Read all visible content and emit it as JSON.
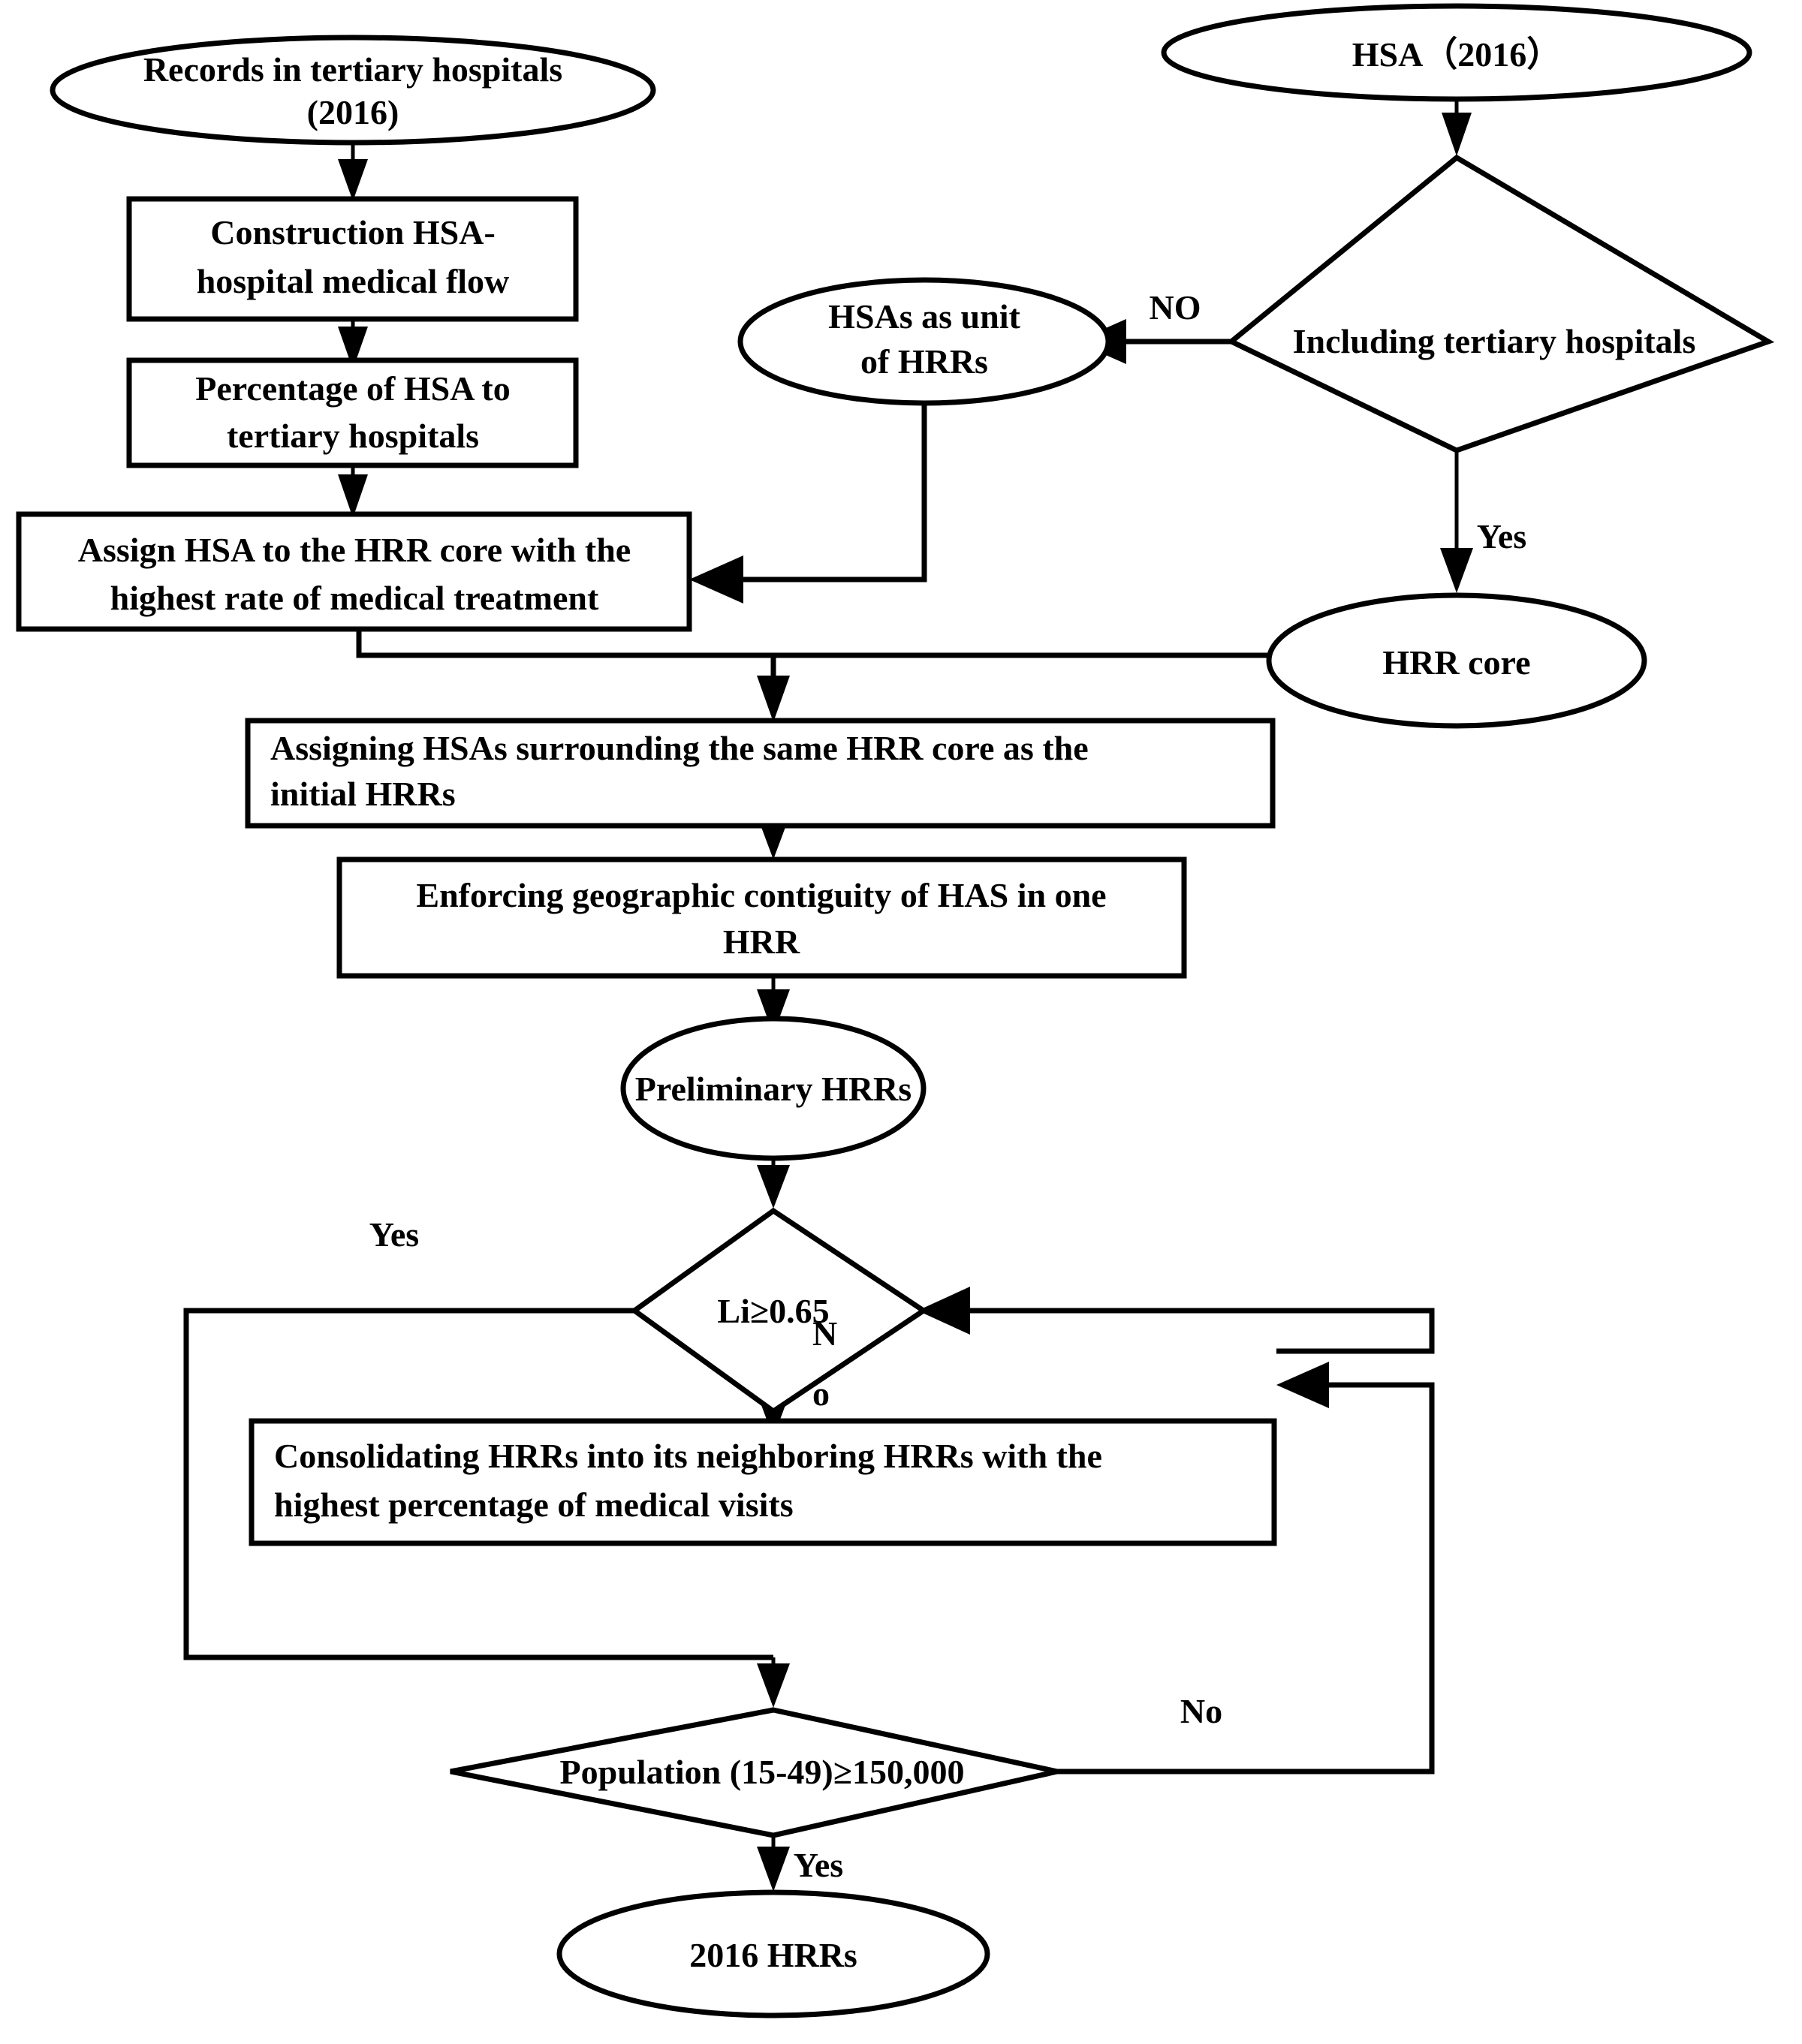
{
  "diagram": {
    "title": "HRR construction flowchart (2016)",
    "type": "flowchart",
    "nodes": {
      "records": {
        "label_line1": "Records in tertiary hospitals",
        "label_line2": "(2016)",
        "shape": "ellipse"
      },
      "construction": {
        "label_line1": "Construction HSA-",
        "label_line2": "hospital medical flow",
        "shape": "rectangle"
      },
      "percentage": {
        "label_line1": "Percentage of HSA to",
        "label_line2": "tertiary hospitals",
        "shape": "rectangle"
      },
      "assign": {
        "label_line1": "Assign HSA to the HRR core with the",
        "label_line2": "highest rate of medical treatment",
        "shape": "rectangle"
      },
      "hsa2016": {
        "label_line1": "HSA（2016）",
        "shape": "ellipse"
      },
      "including": {
        "label_line1": "Including tertiary hospitals",
        "shape": "diamond"
      },
      "hsas_unit": {
        "label_line1": "HSAs as unit",
        "label_line2": "of HRRs",
        "shape": "ellipse"
      },
      "hrr_core": {
        "label_line1": "HRR core",
        "shape": "ellipse"
      },
      "assigning": {
        "label_line1": "Assigning HSAs surrounding the same HRR core as the",
        "label_line2": "initial HRRs",
        "shape": "rectangle"
      },
      "enforcing": {
        "label_line1": "Enforcing geographic contiguity of HAS in one",
        "label_line2": "HRR",
        "shape": "rectangle"
      },
      "preliminary": {
        "label_line1": "Preliminary HRRs",
        "shape": "ellipse"
      },
      "li_test": {
        "label_line1": "Li≥0.65",
        "shape": "diamond"
      },
      "consolidating": {
        "label_line1": "Consolidating HRRs into its neighboring HRRs with the",
        "label_line2": "highest percentage of medical visits",
        "shape": "rectangle"
      },
      "population_test": {
        "label_line1": "Population (15-49)≥150,000",
        "shape": "diamond"
      },
      "final": {
        "label_line1": "2016 HRRs",
        "shape": "ellipse"
      }
    },
    "edge_labels": {
      "including_no": "NO",
      "including_yes": "Yes",
      "li_yes": "Yes",
      "li_no_line1": "N",
      "li_no_line2": "o",
      "pop_no": "No",
      "pop_yes": "Yes"
    },
    "colors": {
      "stroke": "#000000",
      "fill": "#ffffff",
      "text": "#000000"
    }
  }
}
